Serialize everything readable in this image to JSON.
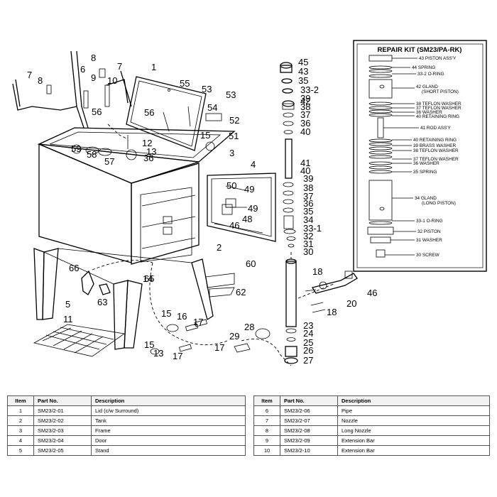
{
  "repair_kit": {
    "title": "REPAIR KIT (SM23/PA-RK)",
    "labels": [
      "43 PISTON ASS'Y",
      "44 SPRING",
      "33-2 O-RING",
      "42 GLAND",
      "(SHORT PISTON)",
      "38 TEFLON WASHER",
      "37 TEFLON WASHER",
      "36 WASHER",
      "40 RETAINING RING",
      "41 ROD ASS'Y",
      "40 RETAINING RING",
      "39 BRASS WASHER",
      "38 TEFLON WASHER",
      "37 TEFLON WASHER",
      "36 WASHER",
      "35 SPRING",
      "34 GLAND",
      "(LONG PISTON)",
      "33-1 O-RING",
      "32 PISTON",
      "31 WASHER",
      "30 SCREW"
    ]
  },
  "callouts": [
    "1",
    "2",
    "3",
    "4",
    "5",
    "6",
    "7",
    "7",
    "8",
    "8",
    "9",
    "10",
    "11",
    "12",
    "13",
    "13",
    "14",
    "15",
    "15",
    "15",
    "16",
    "17",
    "17",
    "17",
    "18",
    "18",
    "20",
    "23",
    "24",
    "25",
    "26",
    "27",
    "28",
    "29",
    "30",
    "31",
    "32",
    "33-1",
    "33-2",
    "34",
    "35",
    "35",
    "36",
    "36",
    "36",
    "37",
    "37",
    "38",
    "38",
    "39",
    "39",
    "40",
    "40",
    "41",
    "42",
    "43",
    "45",
    "46",
    "46",
    "48",
    "49",
    "49",
    "50",
    "51",
    "52",
    "53",
    "53",
    "54",
    "55",
    "56",
    "56",
    "57",
    "58",
    "59",
    "60",
    "62",
    "63",
    "65",
    "66"
  ],
  "tables": {
    "headers": {
      "item": "Item",
      "part_no": "Part No.",
      "description": "Description"
    },
    "left": [
      {
        "item": "1",
        "part_no": "SM23/2-01",
        "description": "Lid (c/w Surround)"
      },
      {
        "item": "2",
        "part_no": "SM23/2-02",
        "description": "Tank"
      },
      {
        "item": "3",
        "part_no": "SM23/2-03",
        "description": "Frame"
      },
      {
        "item": "4",
        "part_no": "SM23/2-04",
        "description": "Door"
      },
      {
        "item": "5",
        "part_no": "SM23/2-05",
        "description": "Stand"
      }
    ],
    "right": [
      {
        "item": "6",
        "part_no": "SM23/2-06",
        "description": "Pipe"
      },
      {
        "item": "7",
        "part_no": "SM23/2-07",
        "description": "Nozzle"
      },
      {
        "item": "8",
        "part_no": "SM23/2-08",
        "description": "Long Nozzle"
      },
      {
        "item": "9",
        "part_no": "SM23/2-09",
        "description": "Extension Bar"
      },
      {
        "item": "10",
        "part_no": "SM23/2-10",
        "description": "Extension Bar"
      }
    ]
  }
}
